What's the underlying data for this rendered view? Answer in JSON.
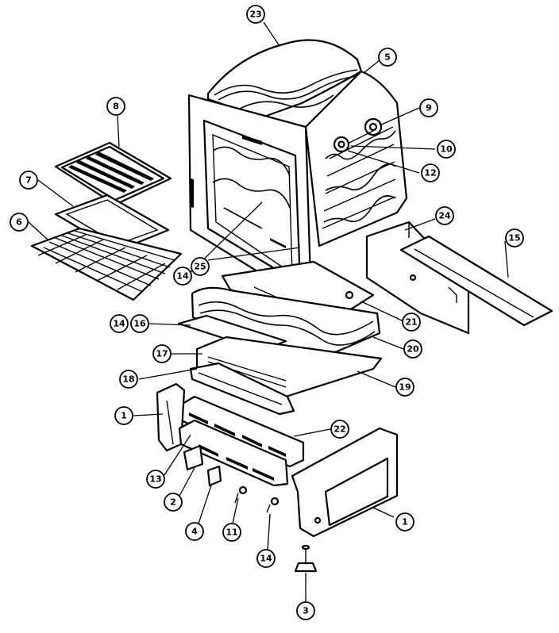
{
  "callouts": [
    {
      "id": "c23a",
      "label": "23"
    },
    {
      "id": "c5",
      "label": "5"
    },
    {
      "id": "c8",
      "label": "8"
    },
    {
      "id": "c9",
      "label": "9"
    },
    {
      "id": "c10",
      "label": "10"
    },
    {
      "id": "c12",
      "label": "12"
    },
    {
      "id": "c7",
      "label": "7"
    },
    {
      "id": "c6",
      "label": "6"
    },
    {
      "id": "c24",
      "label": "24"
    },
    {
      "id": "c15a",
      "label": "15"
    },
    {
      "id": "c14a",
      "label": "14"
    },
    {
      "id": "c25",
      "label": "25"
    },
    {
      "id": "c21",
      "label": "21"
    },
    {
      "id": "c14b",
      "label": "14"
    },
    {
      "id": "c16",
      "label": "16"
    },
    {
      "id": "c20",
      "label": "20"
    },
    {
      "id": "c17",
      "label": "17"
    },
    {
      "id": "c18",
      "label": "18"
    },
    {
      "id": "c19",
      "label": "19"
    },
    {
      "id": "c1a",
      "label": "1"
    },
    {
      "id": "c22",
      "label": "22"
    },
    {
      "id": "c13",
      "label": "13"
    },
    {
      "id": "c2",
      "label": "2"
    },
    {
      "id": "c4",
      "label": "4"
    },
    {
      "id": "c11",
      "label": "11"
    },
    {
      "id": "c1b",
      "label": "1"
    },
    {
      "id": "c14c",
      "label": "14"
    },
    {
      "id": "c3",
      "label": "3"
    }
  ]
}
